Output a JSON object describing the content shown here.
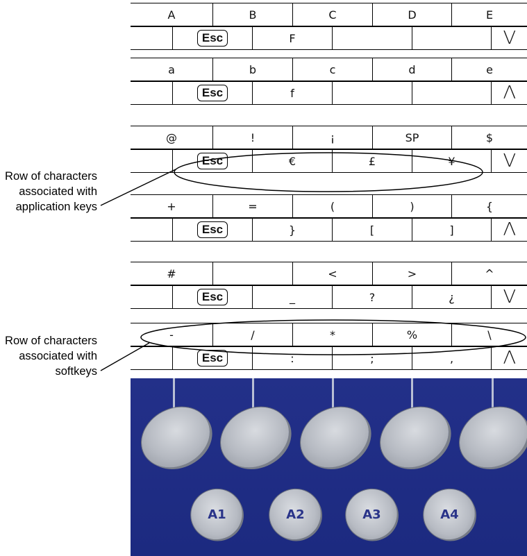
{
  "annotations": {
    "application_keys": "Row of characters associated with application keys",
    "softkeys": "Row of characters associated with softkeys"
  },
  "esc_label": "Esc",
  "arrows": {
    "down": "V",
    "up": "Λ"
  },
  "blocks": [
    {
      "top": [
        "A",
        "B",
        "C",
        "D",
        "E"
      ],
      "bottom": [
        "F",
        "",
        "",
        ""
      ],
      "arrow": "V"
    },
    {
      "top": [
        "a",
        "b",
        "c",
        "d",
        "e"
      ],
      "bottom": [
        "f",
        "",
        "",
        ""
      ],
      "arrow": "Λ"
    },
    {
      "top": [
        "@",
        "!",
        "¡",
        "SP",
        "$"
      ],
      "bottom": [
        "€",
        "£",
        "¥"
      ],
      "arrow": "V"
    },
    {
      "top": [
        "+",
        "=",
        "(",
        ")",
        "{"
      ],
      "bottom": [
        "}",
        "[",
        "]"
      ],
      "arrow": "Λ"
    },
    {
      "top": [
        "#",
        "",
        "<",
        ">",
        "^"
      ],
      "bottom": [
        "_",
        "?",
        "¿"
      ],
      "arrow": "V"
    },
    {
      "top": [
        "-",
        "/",
        "*",
        "%",
        "\\"
      ],
      "bottom": [
        ":",
        ";",
        ","
      ],
      "arrow": "Λ"
    }
  ],
  "application_keys": [
    "A1",
    "A2",
    "A3",
    "A4"
  ]
}
